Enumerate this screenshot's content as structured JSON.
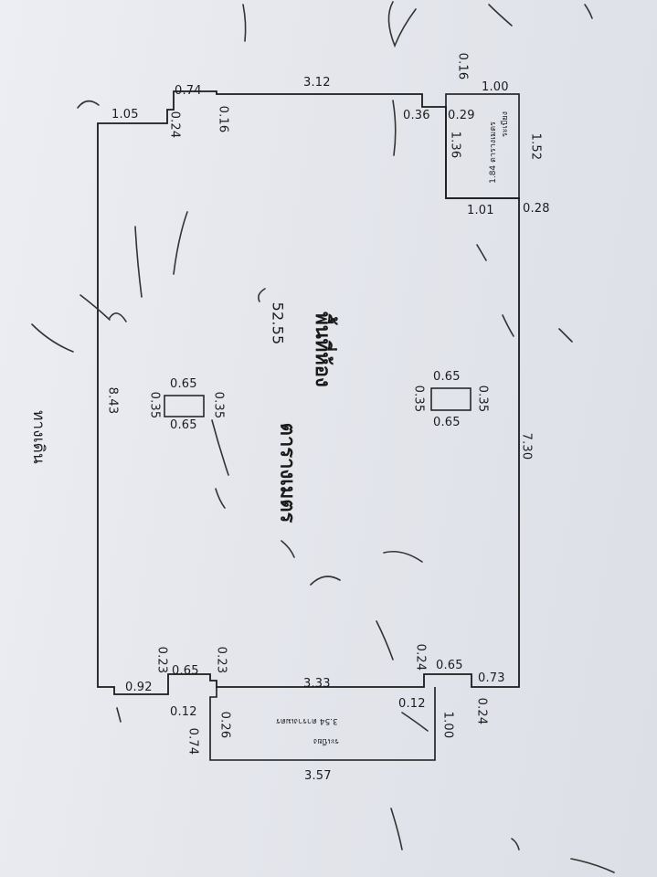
{
  "plan": {
    "room_label": "พื้นที่ห้อง",
    "area_value": "52.55",
    "area_unit": "ตารางเมตร",
    "walkway_label": "ทางเดิน",
    "balcony_top": {
      "label": "ระเบียง",
      "area": "1.84 ตารางเมตร"
    },
    "balcony_bottom": {
      "label": "ระเบียง",
      "area": "3.54 ตารางเมตร"
    }
  },
  "dimensions": {
    "d_3_12": "3.12",
    "d_0_74_top": "0.74",
    "d_1_05": "1.05",
    "d_0_24_top": "0.24",
    "d_0_16_top": "0.16",
    "d_0_36": "0.36",
    "d_0_16_b": "0.16",
    "d_0_29": "0.29",
    "d_1_00_top": "1.00",
    "d_1_36": "1.36",
    "d_1_52": "1.52",
    "d_1_01": "1.01",
    "d_0_28": "0.28",
    "d_7_30": "7.30",
    "d_8_43": "8.43",
    "col_left_top": "0.65",
    "col_left_bottom": "0.65",
    "col_left_l": "0.35",
    "col_left_r": "0.35",
    "col_right_top": "0.65",
    "col_right_bottom": "0.65",
    "col_right_l": "0.35",
    "col_right_r": "0.35",
    "d_0_92": "0.92",
    "d_0_23_a": "0.23",
    "d_0_65_bl": "0.65",
    "d_0_23_b": "0.23",
    "d_0_12_l": "0.12",
    "d_0_26": "0.26",
    "d_0_74_b": "0.74",
    "d_3_33": "3.33",
    "d_0_24_a": "0.24",
    "d_0_65_br": "0.65",
    "d_0_73": "0.73",
    "d_0_12_r": "0.12",
    "d_1_00_b": "1.00",
    "d_0_24_b": "0.24",
    "d_3_57": "3.57"
  }
}
